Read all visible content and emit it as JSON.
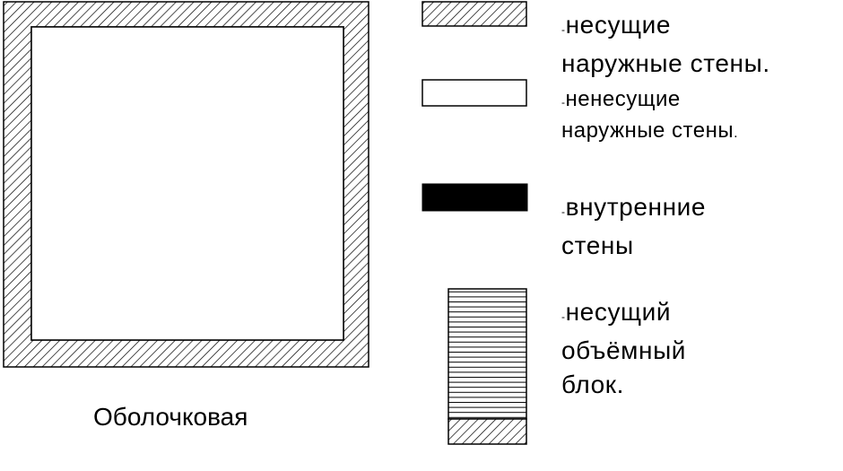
{
  "structure_caption": "Оболочковая",
  "legend": {
    "bearing_outer": {
      "dash": "-",
      "line1": "несущие",
      "line2": "наружные стены."
    },
    "nonbearing_outer": {
      "dash": "-",
      "line1": "ненесущие",
      "line2": "наружные стены",
      "line2_tail": "."
    },
    "inner": {
      "dash": "-",
      "line1": "внутренние",
      "line2": "стены"
    },
    "volume_block": {
      "dash": "-",
      "line1": "несущий",
      "line2": "объёмный",
      "line3": "блок."
    }
  },
  "colors": {
    "line": "#000000",
    "fill": "#ffffff",
    "inner_wall": "#000000"
  },
  "patterns": {
    "bearing_wall": "diagonal-hatch",
    "volume_block": "horizontal-lines"
  }
}
